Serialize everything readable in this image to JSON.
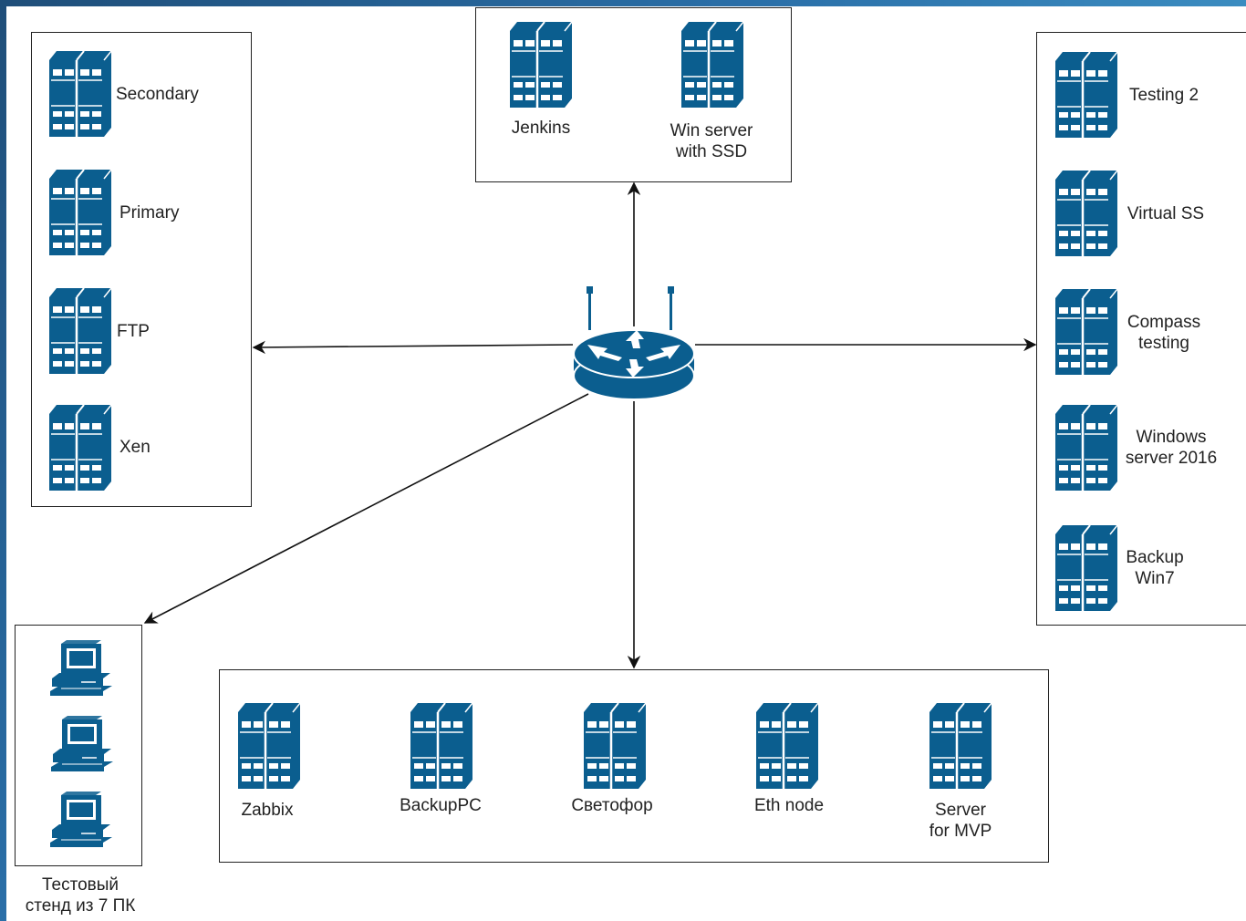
{
  "colors": {
    "icon": "#0b5e8f",
    "line": "#111111",
    "frame": "#1f4e79"
  },
  "router": {
    "icon": "router-icon"
  },
  "groups": {
    "left": {
      "items": [
        {
          "label": "Secondary",
          "icon": "server-icon"
        },
        {
          "label": "Primary",
          "icon": "server-icon"
        },
        {
          "label": "FTP",
          "icon": "server-icon"
        },
        {
          "label": "Xen",
          "icon": "server-icon"
        }
      ]
    },
    "top": {
      "items": [
        {
          "label": "Jenkins",
          "icon": "server-icon"
        },
        {
          "label": "Win server\nwith SSD",
          "icon": "server-icon"
        }
      ]
    },
    "right": {
      "items": [
        {
          "label": "Testing 2",
          "icon": "server-icon"
        },
        {
          "label": "Virtual SS",
          "icon": "server-icon"
        },
        {
          "label": "Compass\ntesting",
          "icon": "server-icon"
        },
        {
          "label": "Windows\nserver 2016",
          "icon": "server-icon"
        },
        {
          "label": "Backup\nWin7",
          "icon": "server-icon"
        }
      ]
    },
    "bottom": {
      "items": [
        {
          "label": "Zabbix",
          "icon": "server-icon"
        },
        {
          "label": "BackupPC",
          "icon": "server-icon"
        },
        {
          "label": "Светофор",
          "icon": "server-icon"
        },
        {
          "label": "Eth node",
          "icon": "server-icon"
        },
        {
          "label": "Server\nfor MVP",
          "icon": "server-icon"
        }
      ]
    },
    "test_stand": {
      "label": "Тестовый\nстенд из 7 ПК",
      "pc_icon": "pc-icon",
      "pc_count_shown": 3
    }
  }
}
